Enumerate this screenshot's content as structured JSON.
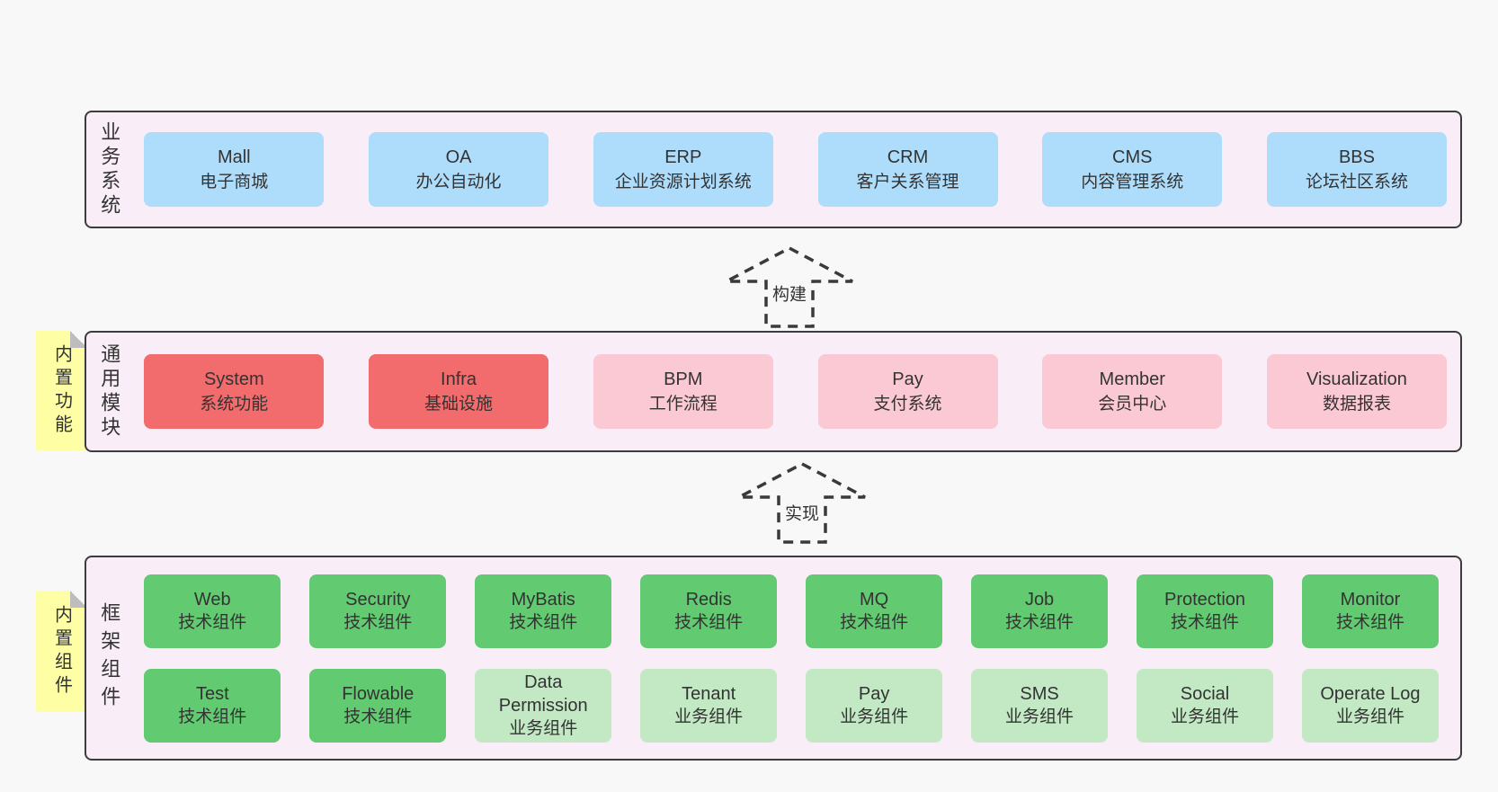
{
  "colors": {
    "page_bg": "#f8f8f8",
    "layer_bg": "#f9eef7",
    "layer_border": "#3c3c3c",
    "box_blue": "#aeddfb",
    "box_red": "#f26b6d",
    "box_pink": "#fbc9d3",
    "box_green": "#62ca70",
    "box_light_green": "#c2e8c4",
    "sticky_yellow": "#feffa4",
    "sticky_fold_gray": "#bdbdbf",
    "text": "#333333"
  },
  "layers": [
    {
      "label": "业务系统",
      "boxes": [
        {
          "name": "Mall",
          "desc": "电子商城"
        },
        {
          "name": "OA",
          "desc": "办公自动化"
        },
        {
          "name": "ERP",
          "desc": "企业资源计划系统"
        },
        {
          "name": "CRM",
          "desc": "客户关系管理"
        },
        {
          "name": "CMS",
          "desc": "内容管理系统"
        },
        {
          "name": "BBS",
          "desc": "论坛社区系统"
        }
      ]
    },
    {
      "label": "通用模块",
      "sticky": "内置功能",
      "boxes": [
        {
          "name": "System",
          "desc": "系统功能"
        },
        {
          "name": "Infra",
          "desc": "基础设施"
        },
        {
          "name": "BPM",
          "desc": "工作流程"
        },
        {
          "name": "Pay",
          "desc": "支付系统"
        },
        {
          "name": "Member",
          "desc": "会员中心"
        },
        {
          "name": "Visualization",
          "desc": "数据报表"
        }
      ]
    },
    {
      "label": "框架组件",
      "sticky": "内置组件",
      "rows": [
        [
          {
            "name": "Web",
            "desc": "技术组件"
          },
          {
            "name": "Security",
            "desc": "技术组件"
          },
          {
            "name": "MyBatis",
            "desc": "技术组件"
          },
          {
            "name": "Redis",
            "desc": "技术组件"
          },
          {
            "name": "MQ",
            "desc": "技术组件"
          },
          {
            "name": "Job",
            "desc": "技术组件"
          },
          {
            "name": "Protection",
            "desc": "技术组件"
          },
          {
            "name": "Monitor",
            "desc": "技术组件"
          }
        ],
        [
          {
            "name": "Test",
            "desc": "技术组件"
          },
          {
            "name": "Flowable",
            "desc": "技术组件"
          },
          {
            "name": "Data Permission",
            "desc": "业务组件"
          },
          {
            "name": "Tenant",
            "desc": "业务组件"
          },
          {
            "name": "Pay",
            "desc": "业务组件"
          },
          {
            "name": "SMS",
            "desc": "业务组件"
          },
          {
            "name": "Social",
            "desc": "业务组件"
          },
          {
            "name": "Operate Log",
            "desc": "业务组件"
          }
        ]
      ]
    }
  ],
  "arrows": [
    {
      "label": "构建"
    },
    {
      "label": "实现"
    }
  ]
}
